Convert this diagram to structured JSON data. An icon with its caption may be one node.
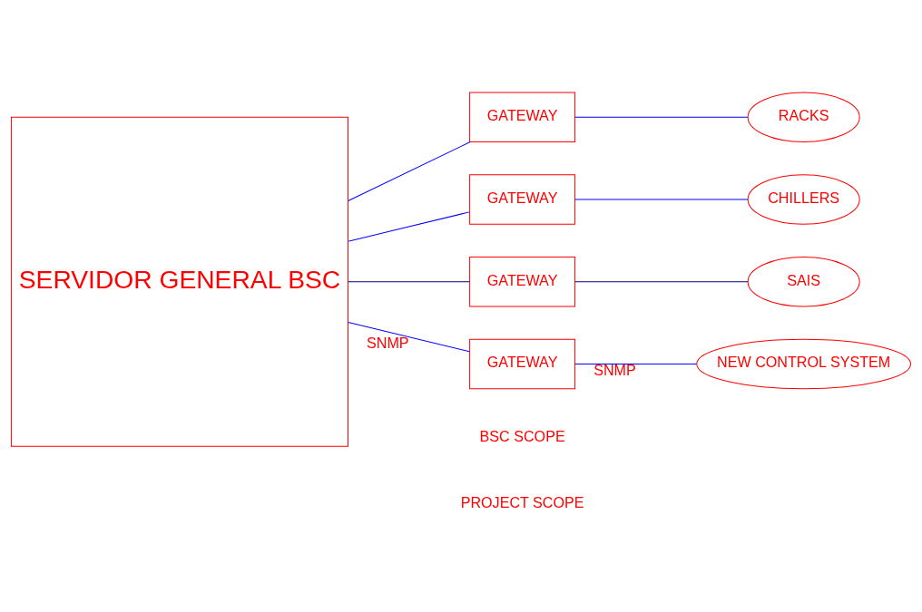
{
  "diagram": {
    "nodes": [
      {
        "text": [
          "SERVIDOR GENERAL BSC"
        ]
      },
      {
        "text": [
          "GATEWAY"
        ]
      },
      {
        "text": [
          "GATEWAY"
        ]
      },
      {
        "text": [
          "GATEWAY"
        ]
      },
      {
        "text": [
          "GATEWAY"
        ]
      },
      {
        "text": [
          "RACKS"
        ]
      },
      {
        "text": [
          "CHILLERS"
        ]
      },
      {
        "text": [
          "SAIS"
        ]
      },
      {
        "text": [
          "NEW CONTROL SYSTEM"
        ]
      }
    ],
    "edges": [
      {
        "from": 0,
        "to": 1,
        "arrow": "none"
      },
      {
        "from": 0,
        "to": 2,
        "arrow": "none"
      },
      {
        "from": 0,
        "to": 3,
        "arrow": "none",
        "color": "#000080"
      },
      {
        "from": 0,
        "to": 4,
        "arrow": "none",
        "label": "SNMP"
      },
      {
        "from": 1,
        "to": 5,
        "arrow": "none"
      },
      {
        "from": 2,
        "to": 6,
        "arrow": "none"
      },
      {
        "from": 3,
        "to": 7,
        "arrow": "none",
        "color": "#000080"
      },
      {
        "from": 4,
        "to": 8,
        "arrow": "none",
        "label": "SNMP"
      }
    ],
    "labels": [
      "BSC SCOPE",
      "PROJECT SCOPE"
    ]
  }
}
